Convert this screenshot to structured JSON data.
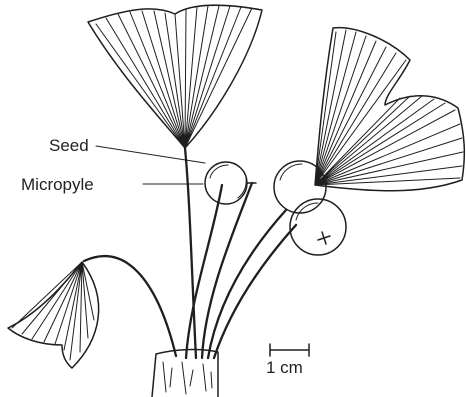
{
  "labels": {
    "seed": "Seed",
    "micropyle": "Micropyle",
    "scale": "1 cm"
  }
}
